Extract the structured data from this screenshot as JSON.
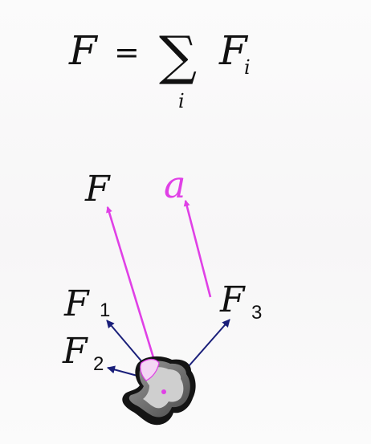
{
  "formula": {
    "lhs": "F",
    "equals": "=",
    "sum_symbol": "∑",
    "sum_index": "i",
    "rhs_base": "F",
    "rhs_subscript": "i"
  },
  "labels": {
    "resultant_force": "F",
    "acceleration": "a",
    "force_1": {
      "base": "F",
      "sub": "1"
    },
    "force_2": {
      "base": "F",
      "sub": "2"
    },
    "force_3": {
      "base": "F",
      "sub": "3"
    }
  },
  "colors": {
    "resultant_arrow": "#e040e6",
    "component_arrows": "#1a1f7a",
    "body_outer": "#141414",
    "body_mid": "#7a7a7a",
    "body_inner": "#cfcfcf",
    "highlight": "#f4d6f4",
    "text": "#111111",
    "acceleration_text": "#e040e6"
  }
}
